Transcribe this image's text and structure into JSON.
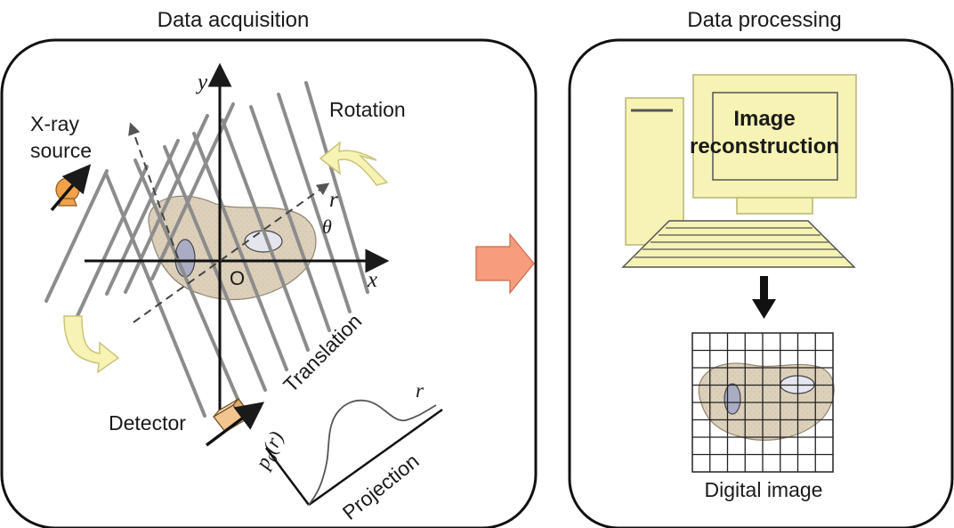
{
  "left_panel": {
    "title": "Data acquisition",
    "axis_y": "y",
    "axis_x": "x",
    "origin": "O",
    "axis_r": "r",
    "angle": "θ",
    "rotation": "Rotation",
    "source_line1": "X-ray",
    "source_line2": "source",
    "translation": "Translation",
    "detector": "Detector",
    "projection": "Projection",
    "proj_p": "p",
    "proj_sub": "θ",
    "proj_arg": "(r)",
    "proj_r": "r"
  },
  "right_panel": {
    "title": "Data processing",
    "monitor_line1": "Image",
    "monitor_line2": "reconstruction",
    "digital_image": "Digital image"
  },
  "colors": {
    "yellow": "#f6f3b4",
    "yellow_stroke": "#c9c47a",
    "orange_arrow": "#f79c7c",
    "tissue": "#ddd0ba",
    "line_gray": "#8c8c8c",
    "detector": "#f2c48f",
    "source": "#f0a24a"
  }
}
